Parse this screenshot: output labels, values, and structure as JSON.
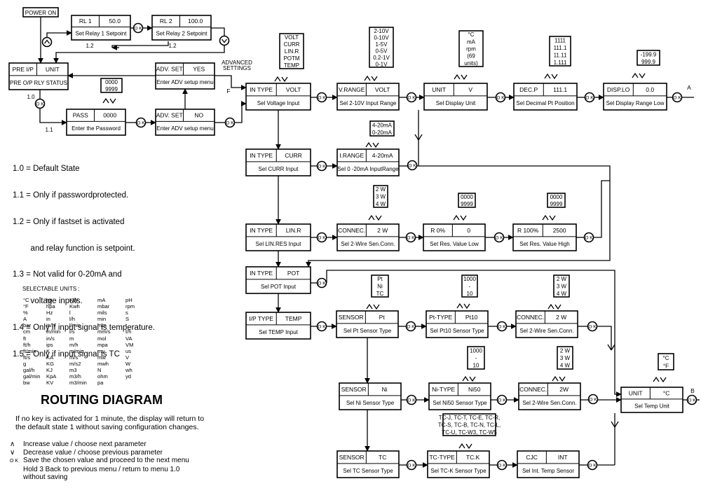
{
  "power_on": "POWER ON",
  "menu_boxes": [
    {
      "id": "rl1",
      "tl": "RL 1",
      "tr": "50.0",
      "bottom": "Set Relay 1 Setpoint"
    },
    {
      "id": "rl2",
      "tl": "RL 2",
      "tr": "100.0",
      "bottom": "Set Relay 2 Setpoint"
    },
    {
      "id": "pre",
      "tl": "PRE I/P",
      "tr": "UNIT",
      "bottom": "PRE O/P  RLY STATUS"
    },
    {
      "id": "pass",
      "tl": "PASS",
      "tr": "0000",
      "bottom": "Enter the Password"
    },
    {
      "id": "advno",
      "tl": "ADV. SET",
      "tr": "NO",
      "bottom": "Enter ADV setup menu"
    },
    {
      "id": "advyes",
      "tl": "ADV. SET",
      "tr": "YES",
      "bottom": "Enter ADV setup menu"
    },
    {
      "id": "volt",
      "tl": "IN TYPE",
      "tr": "VOLT",
      "bottom": "Sel Voltage Input"
    },
    {
      "id": "vrange",
      "tl": "V.RANGE",
      "tr": "VOLT",
      "bottom": "Sel 2-10V Input Range"
    },
    {
      "id": "unitv",
      "tl": "UNIT",
      "tr": "V",
      "bottom": "Sel Display Unit"
    },
    {
      "id": "decp",
      "tl": "DEC.P",
      "tr": "111.1",
      "bottom": "Sel Decimal Pt Position"
    },
    {
      "id": "displo",
      "tl": "DISP.LO",
      "tr": "0.0",
      "bottom": "Sel Display Range Low"
    },
    {
      "id": "curr",
      "tl": "IN TYPE",
      "tr": "CURR",
      "bottom": "Sel CURR Input"
    },
    {
      "id": "irange",
      "tl": "I.RANGE",
      "tr": "4-20mA",
      "bottom": "Sel 0 -20mA InputRange"
    },
    {
      "id": "linr",
      "tl": "IN TYPE",
      "tr": "LIN.R",
      "bottom": "Sel LIN.RES Input"
    },
    {
      "id": "connec1",
      "tl": "CONNEC.",
      "tr": "2 W",
      "bottom": "Sel 2-Wire Sen.Conn."
    },
    {
      "id": "r0",
      "tl": "R 0%",
      "tr": "0",
      "bottom": "Set Res. Value Low"
    },
    {
      "id": "r100",
      "tl": "R 100%",
      "tr": "2500",
      "bottom": "Set Res. Value High"
    },
    {
      "id": "pot",
      "tl": "IN TYPE",
      "tr": "POT",
      "bottom": "Sel POT Input"
    },
    {
      "id": "temp",
      "tl": "I/P TYPE",
      "tr": "TEMP",
      "bottom": "Sel TEMP Input"
    },
    {
      "id": "sensorpt",
      "tl": "SENSOR",
      "tr": "Pt",
      "bottom": "Sel Pt Sensor Type"
    },
    {
      "id": "pttype",
      "tl": "Pt-TYPE",
      "tr": "Pt10",
      "bottom": "Sel Pt10 Sensor Type"
    },
    {
      "id": "connec2",
      "tl": "CONNEC.",
      "tr": "2 W",
      "bottom": "Sel 2-Wire Sen.Conn."
    },
    {
      "id": "sensorni",
      "tl": "SENSOR",
      "tr": "Ni",
      "bottom": "Sel Ni Sensor Type"
    },
    {
      "id": "nitype",
      "tl": "Ni-TYPE",
      "tr": "Ni50",
      "bottom": "Sel Ni50 Sensor Type"
    },
    {
      "id": "connec3",
      "tl": "CONNEC.",
      "tr": "2W",
      "bottom": "Sel 2-Wire Sen.Conn."
    },
    {
      "id": "unitc",
      "tl": "UNIT",
      "tr": "°C",
      "bottom": "Sel Temp Unit"
    },
    {
      "id": "sensortc",
      "tl": "SENSOR",
      "tr": "TC",
      "bottom": "Sel TC Sensor Type"
    },
    {
      "id": "tctype",
      "tl": "TC-TYPE",
      "tr": "TC.K",
      "bottom": "Sel TC-K Sensor Type"
    },
    {
      "id": "cjc",
      "tl": "CJC",
      "tr": "INT",
      "bottom": "Sel Int. Temp Sensor"
    }
  ],
  "option_boxes": [
    {
      "id": "opt_pass",
      "lines": [
        "0000",
        "9999"
      ]
    },
    {
      "id": "opt_intype",
      "lines": [
        "VOLT",
        "CURR",
        "LIN.R",
        "POTM",
        "TEMP"
      ]
    },
    {
      "id": "opt_vrange",
      "lines": [
        "2-10V",
        "0-10V",
        "1-5V",
        "0-5V",
        "0.2-1V",
        "0-1V"
      ]
    },
    {
      "id": "opt_unit",
      "lines": [
        "°C",
        "mA",
        "rpm",
        "(69",
        "units)"
      ]
    },
    {
      "id": "opt_decp",
      "lines": [
        "1111",
        "111.1",
        "11.11",
        "1.111"
      ]
    },
    {
      "id": "opt_displo",
      "lines": [
        "-199.9",
        "999.9"
      ]
    },
    {
      "id": "opt_irange",
      "lines": [
        "4-20mA",
        "0-20mA"
      ]
    },
    {
      "id": "opt_conn1",
      "lines": [
        "2 W",
        "3 W",
        "4 W"
      ]
    },
    {
      "id": "opt_r0",
      "lines": [
        "0000",
        "9999"
      ]
    },
    {
      "id": "opt_r100",
      "lines": [
        "0000",
        "9999"
      ]
    },
    {
      "id": "opt_sensor",
      "lines": [
        "Pt",
        "Ni",
        "TC"
      ]
    },
    {
      "id": "opt_pttype",
      "lines": [
        "1000",
        "-",
        "10"
      ]
    },
    {
      "id": "opt_conn2",
      "lines": [
        "2 W",
        "3 W",
        "4 W"
      ]
    },
    {
      "id": "opt_nitype",
      "lines": [
        "1000",
        "-",
        "10"
      ]
    },
    {
      "id": "opt_conn3",
      "lines": [
        "2 W",
        "3 W",
        "4 W"
      ]
    },
    {
      "id": "opt_unitc",
      "lines": [
        "°C",
        "°F"
      ]
    },
    {
      "id": "opt_tctype",
      "lines": [
        "TC-J, TC-T, TC-E, TC-R,",
        "TC-S, TC-B, TC-N, TC-L,",
        "TC-U, TC-W3, TC-W5"
      ]
    }
  ],
  "ok_label": "O K",
  "flow_labels": {
    "l10": "1.0",
    "l11": "1.1",
    "l12a": "1.2",
    "l12b": "1.2",
    "adv1": "ADVANCED",
    "adv2": "SETTINGS",
    "f": "F",
    "a": "A",
    "b": "B"
  },
  "notes": [
    "1.0 = Default State",
    "1.1 = Only if passwordprotected.",
    "1.2 = Only if fastset is activated",
    "        and relay function is setpoint.",
    "1.3 = Not valid for 0-20mA and",
    "        voltage inputs.",
    "1.4 = Only if input signal is temperature.",
    "1.5 = Only if input signal is TC"
  ],
  "units_title": "SELECTABLE UNITS :",
  "units_columns": [
    [
      "°C",
      "°F",
      "%",
      "A",
      "bar",
      "cm",
      "ft",
      "ft/h",
      "ft/min",
      "ft/s",
      "g",
      "gal/h",
      "gal/min",
      "bw"
    ],
    [
      "hp",
      "hpa",
      "Hz",
      "in",
      "in/h",
      "in/min",
      "in/s",
      "ips",
      "K",
      "KA",
      "KG",
      "KJ",
      "KpA",
      "KV"
    ],
    [
      "KW",
      "Kwh",
      "l",
      "l/h",
      "l/min",
      "l/s",
      "m",
      "m/h",
      "m/min",
      "m/s",
      "m/s2",
      "m3",
      "m3/h",
      "m3/min"
    ],
    [
      "mA",
      "mbar",
      "mils",
      "min",
      "mm",
      "mm/s",
      "mol",
      "mpa",
      "mv",
      "mw",
      "mwh",
      "N",
      "ohm",
      "pa"
    ],
    [
      "pH",
      "rpm",
      "s",
      "S",
      "t",
      "t/h",
      "VA",
      "VM",
      "us",
      "V",
      "W",
      "wh",
      "yd",
      ""
    ]
  ],
  "diagram_title": "ROUTING DIAGRAM",
  "timeout_text": "If no key is activated for 1 minute, the display will return to the default state 1 without saving configuration changes.",
  "legend": [
    {
      "symbol": "up",
      "text": "Increase value / choose next parameter"
    },
    {
      "symbol": "down",
      "text": "Decrease value / choose previous parameter"
    },
    {
      "symbol": "ok",
      "text": "Save the chosen value and proceed to the next menu"
    },
    {
      "symbol": "",
      "text": "Hold 3 Back to previous menu / return to menu 1.0"
    },
    {
      "symbol": "",
      "text": "without saving"
    }
  ]
}
